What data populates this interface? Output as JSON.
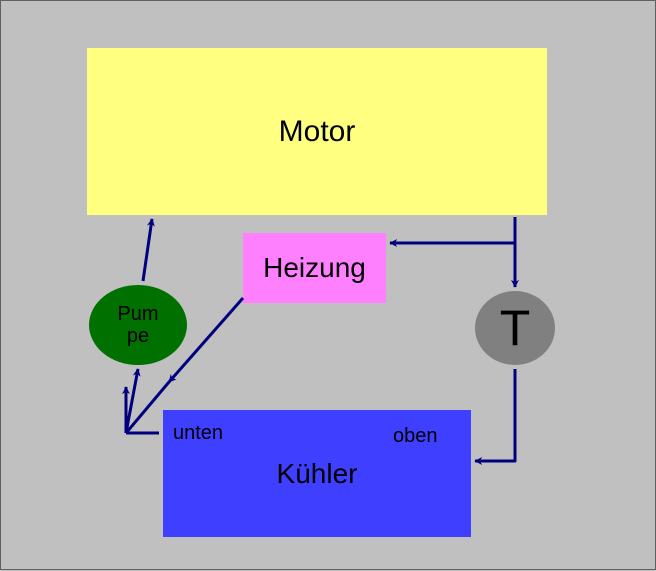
{
  "diagram": {
    "motor": {
      "label": "Motor",
      "color": "#ffff80"
    },
    "heizung": {
      "label": "Heizung",
      "color": "#ff80ff"
    },
    "kuehler": {
      "label": "Kühler",
      "color": "#3f3fff",
      "inlet_bottom": "unten",
      "inlet_top": "oben"
    },
    "pumpe": {
      "line1": "Pum",
      "line2": "pe",
      "color": "#007000"
    },
    "thermostat": {
      "label": "T",
      "color": "#808080"
    },
    "arrow_color": "#00007f",
    "background_color": "#c0c0c0"
  }
}
